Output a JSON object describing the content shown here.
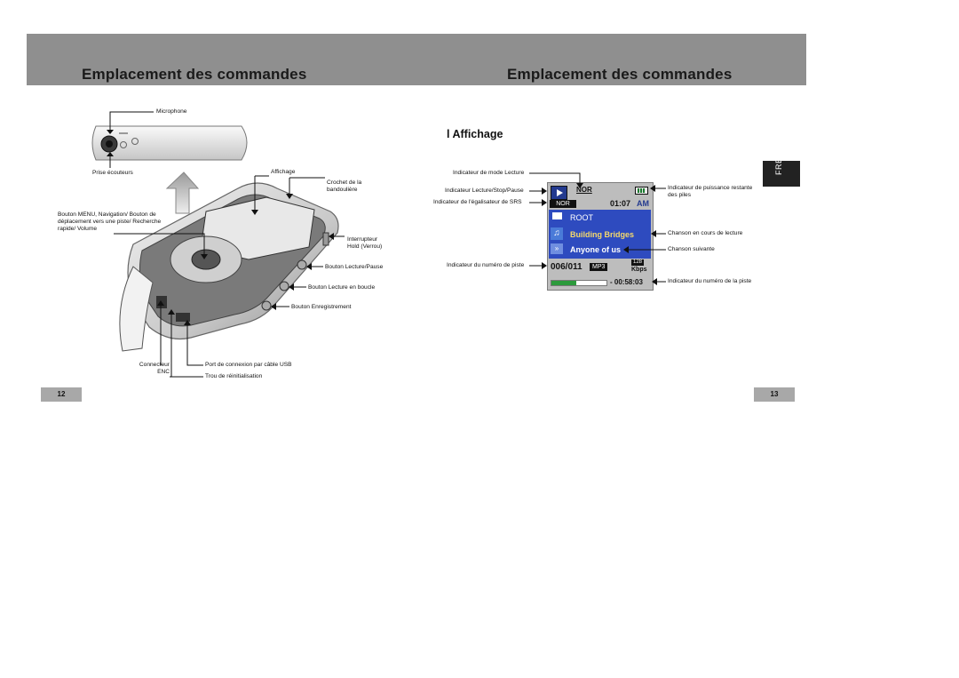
{
  "header": {
    "title_left": "Emplacement des commandes",
    "title_right": "Emplacement des commandes"
  },
  "left_page": {
    "labels": {
      "microphone": "Microphone",
      "earphone_jack": "Prise écouteurs",
      "display": "Affichage",
      "strap_hook": "Crochet de la bandoulière",
      "menu_button": "Bouton MENU, Navigation/ Bouton de déplacement vers une piste/ Recherche rapide/ Volume",
      "hold_switch": "Interrupteur Hold (Verrou)",
      "play_pause": "Bouton Lecture/Pause",
      "loop_button": "Bouton Lecture en boucle",
      "record_button": "Bouton Enregistrement",
      "connector": "Connecteur ENC",
      "usb_port": "Port de connexion par câble USB",
      "reset_hole": "Trou de réinitialisation"
    },
    "page_number": "12"
  },
  "right_page": {
    "section_title": "l Affichage",
    "labels": {
      "play_mode": "Indicateur de mode Lecture",
      "play_stop_pause": "Indicateur Lecture/Stop/Pause",
      "srs_equalizer": "Indicateur de l'égalisateur de SRS",
      "track_number_left": "Indicateur du numéro de piste",
      "battery": "Indicateur de puissance restante des piles",
      "current_song": "Chanson en cours de lecture",
      "next_song": "Chanson suivante",
      "track_number_right": "Indicateur du numéro de la piste"
    },
    "lcd": {
      "mode": "NOR",
      "eq": "NOR",
      "clock": "01:07",
      "ampm": "AM",
      "folder": "ROOT",
      "current_track": "Building Bridges",
      "next_track": "Anyone of us",
      "track_counter": "006/011",
      "format": "MP3",
      "bitrate_value": "128",
      "bitrate_unit": "Kbps",
      "remaining_time": "- 00:58:03",
      "progress": 0.45
    },
    "language_tab": "FRE",
    "page_number": "13"
  }
}
